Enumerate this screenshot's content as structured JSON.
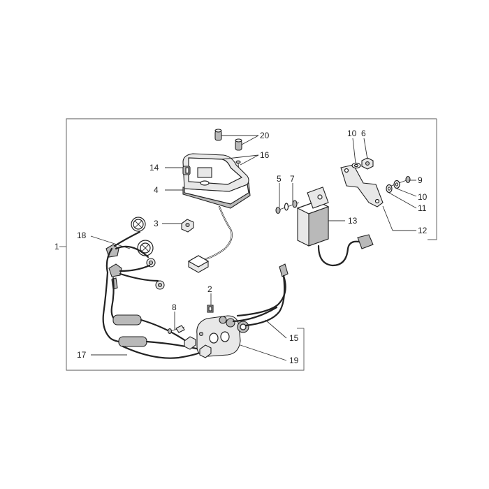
{
  "callouts": {
    "c1": "1",
    "c2": "2",
    "c3": "3",
    "c4": "4",
    "c5": "5",
    "c6": "6",
    "c7": "7",
    "c8": "8",
    "c9": "9",
    "c10a": "10",
    "c10b": "10",
    "c11": "11",
    "c12": "12",
    "c13": "13",
    "c14": "14",
    "c15": "15",
    "c16": "16",
    "c17": "17",
    "c18": "18",
    "c19": "19",
    "c20": "20"
  }
}
